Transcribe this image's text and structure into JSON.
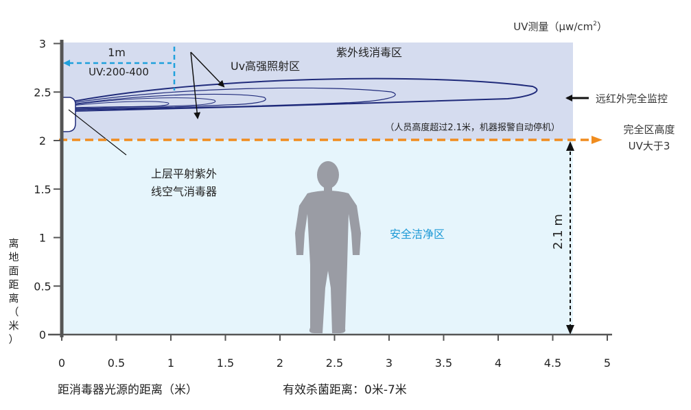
{
  "axes": {
    "y_title": "离地面距离（米）",
    "x_title": "距消毒器光源的距离（米）",
    "effective_range": "有效杀菌距离：0米-7米",
    "x_ticks": [
      "0",
      "0.5",
      "1",
      "1.5",
      "2",
      "2.5",
      "3",
      "3.5",
      "4",
      "4.5",
      "5"
    ],
    "y_ticks": [
      "0",
      "0.5",
      "1",
      "1.5",
      "2",
      "2.5",
      "3"
    ],
    "x_range": [
      0,
      5
    ],
    "y_range": [
      0,
      3
    ]
  },
  "labels": {
    "uv_measure_prefix": "UV测量（",
    "uv_measure_unit": "μw/cm",
    "uv_measure_sup": "2",
    "uv_measure_suffix": "）",
    "zone_disinfect": "紫外线消毒区",
    "uv_high": "Uv高强照射区",
    "one_meter": "1m",
    "uv_range": "UV:200-400",
    "ir_monitor": "远红外完全监控",
    "alarm_note": "（人员高度超过2.1米，机器报警自动停机）",
    "safe_height_line1": "完全区高度",
    "safe_height_line2": "UV大于3",
    "device_line1": "上层平射紫外",
    "device_line2": "线空气消毒器",
    "safe_zone": "安全洁净区",
    "height_marker": "2.1 m"
  },
  "colors": {
    "upper_zone": "#d5dcef",
    "lower_zone": "#e6f5fc",
    "beam": "#1f2a7a",
    "orange_line": "#f08c1e",
    "blue_dash": "#1ea0dc",
    "safe_text": "#1e9ad6",
    "person": "#9a9ca4",
    "axis": "#555555"
  }
}
